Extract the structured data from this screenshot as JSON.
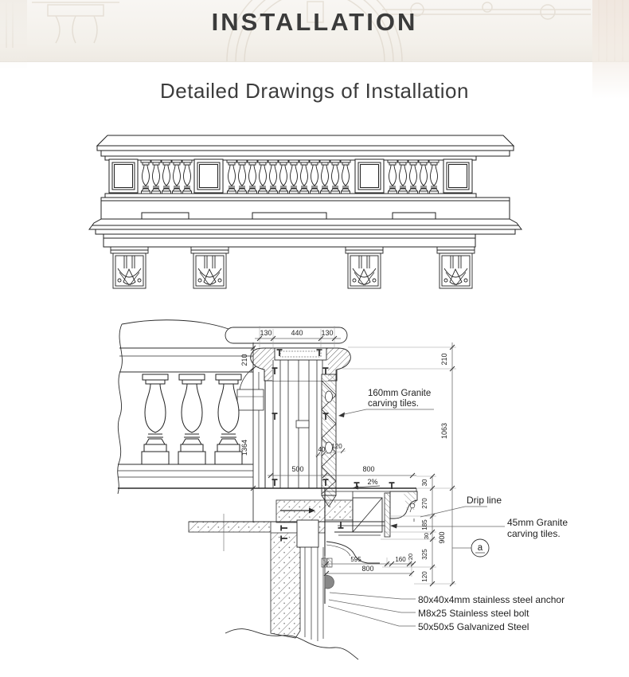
{
  "header": {
    "title": "INSTALLATION"
  },
  "section": {
    "title": "Detailed Drawings of Installation"
  },
  "detail": {
    "dims": {
      "d130a": "130",
      "d440": "440",
      "d130b": "130",
      "d210L": "210",
      "d1364": "1364",
      "d210R": "210",
      "d1063": "1063",
      "d900": "900",
      "d30a": "30",
      "d270": "270",
      "d185": "185",
      "d30b": "30",
      "d325": "325",
      "d120b": "120",
      "d500": "500",
      "d800a": "800",
      "slope": "2%",
      "d40": "40",
      "d120a": "120",
      "d595": "595",
      "d160": "160",
      "d20": "20",
      "d800b": "800"
    },
    "labels": {
      "granite160_1": "160mm Granite",
      "granite160_2": "carving tiles.",
      "drip": "Drip line",
      "granite45_1": "45mm Granite",
      "granite45_2": "carving tiles.",
      "anchor": "80x40x4mm stainless steel anchor",
      "bolt": "M8x25 Stainless steel bolt",
      "galv": "50x50x5 Galvanized Steel",
      "marker_a": "a"
    }
  }
}
